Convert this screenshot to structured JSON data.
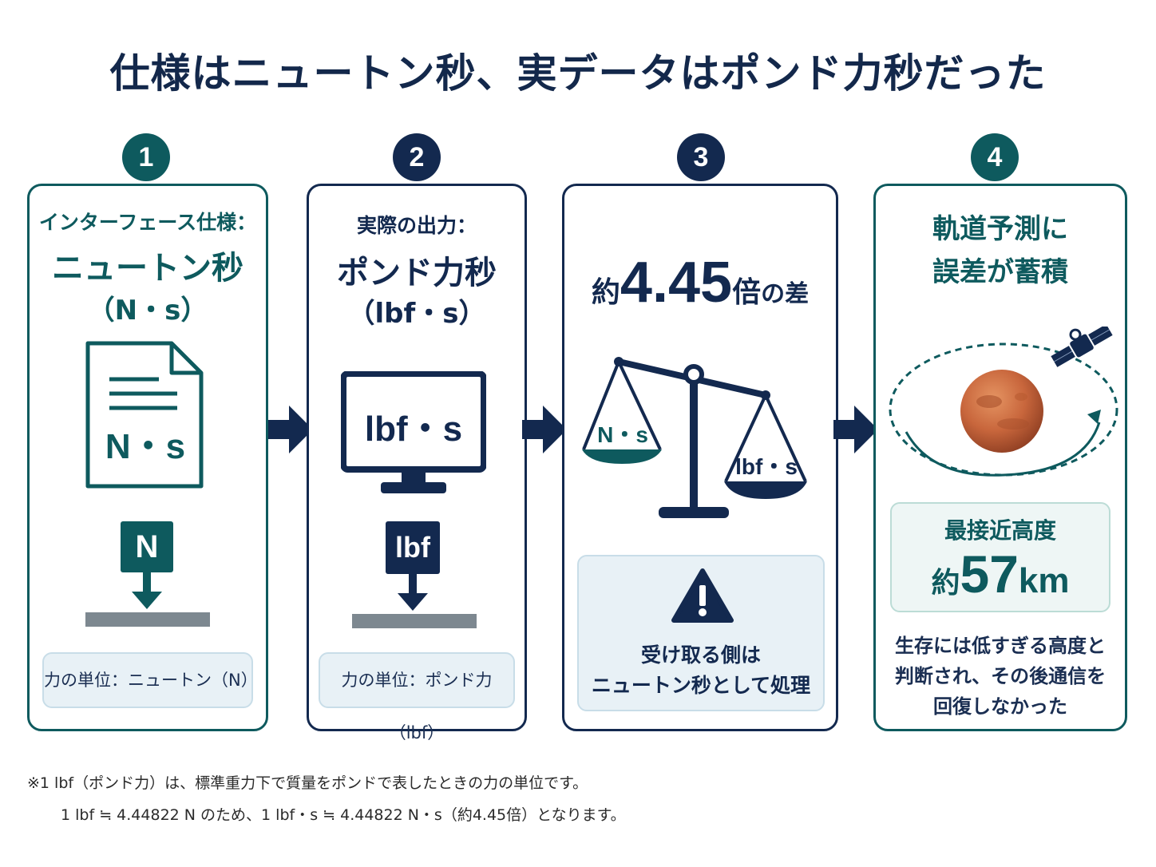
{
  "title": "仕様はニュートン秒、実データはポンド力秒だった",
  "steps": [
    {
      "number": "1",
      "heading": "インターフェース仕様：",
      "main": "ニュートン秒",
      "unit": "（N・s）",
      "doc_label": "N・s",
      "force_label": "N",
      "note": "力の単位：ニュートン（N）"
    },
    {
      "number": "2",
      "heading": "実際の出力：",
      "main": "ポンド力秒",
      "unit": "（lbf・s）",
      "screen_label": "lbf・s",
      "force_label": "lbf",
      "note": "力の単位：ポンド力（lbf）"
    },
    {
      "number": "3",
      "headline_prefix": "約",
      "headline_value": "4.45",
      "headline_suffix_1": "倍",
      "headline_suffix_2": "の差",
      "left_pan": "N・s",
      "right_pan": "lbf・s",
      "warning_line1": "受け取る側は",
      "warning_line2": "ニュートン秒として処理"
    },
    {
      "number": "4",
      "heading_line1": "軌道予測に",
      "heading_line2": "誤差が蓄積",
      "box_label": "最接近高度",
      "box_prefix": "約",
      "box_value": "57",
      "box_unit": "km",
      "desc_line1": "生存には低すぎる高度と",
      "desc_line2": "判断され、その後通信を",
      "desc_line3": "回復しなかった"
    }
  ],
  "footnote": {
    "line1": "※1 lbf（ポンド力）は、標準重力下で質量をポンドで表したときの力の単位です。",
    "line2": "1 lbf ≒ 4.44822 N のため、1 lbf・s ≒ 4.44822 N・s（約4.45倍）となります。"
  },
  "colors": {
    "teal": "#0e5a5e",
    "navy": "#13294f",
    "mars": "#c8663c",
    "info_bg": "#e8f1f6"
  },
  "icons": [
    "document-icon",
    "monitor-icon",
    "balance-scale-icon",
    "warning-icon",
    "mars-icon",
    "satellite-icon",
    "down-arrow-icon",
    "right-arrow-icon"
  ]
}
